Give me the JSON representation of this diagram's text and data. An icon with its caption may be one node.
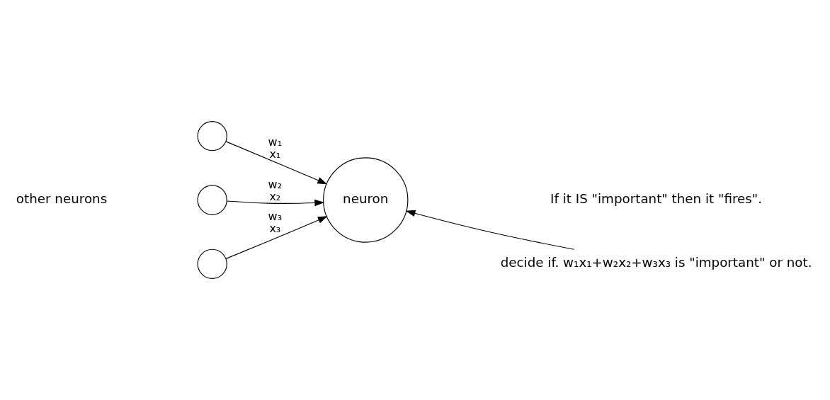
{
  "diagram": {
    "nodes": [
      {
        "text": [],
        "shape": "circle"
      },
      {
        "text": [],
        "shape": "circle"
      },
      {
        "text": [],
        "shape": "circle"
      },
      {
        "text": [
          "neuron"
        ]
      },
      {
        "text": [
          "decide if. w₁x₁+w₂x₂+w₃x₃ is \"important\" or not."
        ]
      }
    ],
    "edges": [
      {
        "from": 0,
        "to": 3,
        "arrow": "to",
        "label": "w₁ x₁"
      },
      {
        "from": 1,
        "to": 3,
        "arrow": "to",
        "label": "w₂ x₂"
      },
      {
        "from": 2,
        "to": 3,
        "arrow": "to",
        "label": "w₃ x₃"
      },
      {
        "from": 4,
        "to": 3,
        "arrow": "to"
      }
    ],
    "labels": [
      "other neurons",
      "If it IS \"important\" then it \"fires\"."
    ]
  }
}
